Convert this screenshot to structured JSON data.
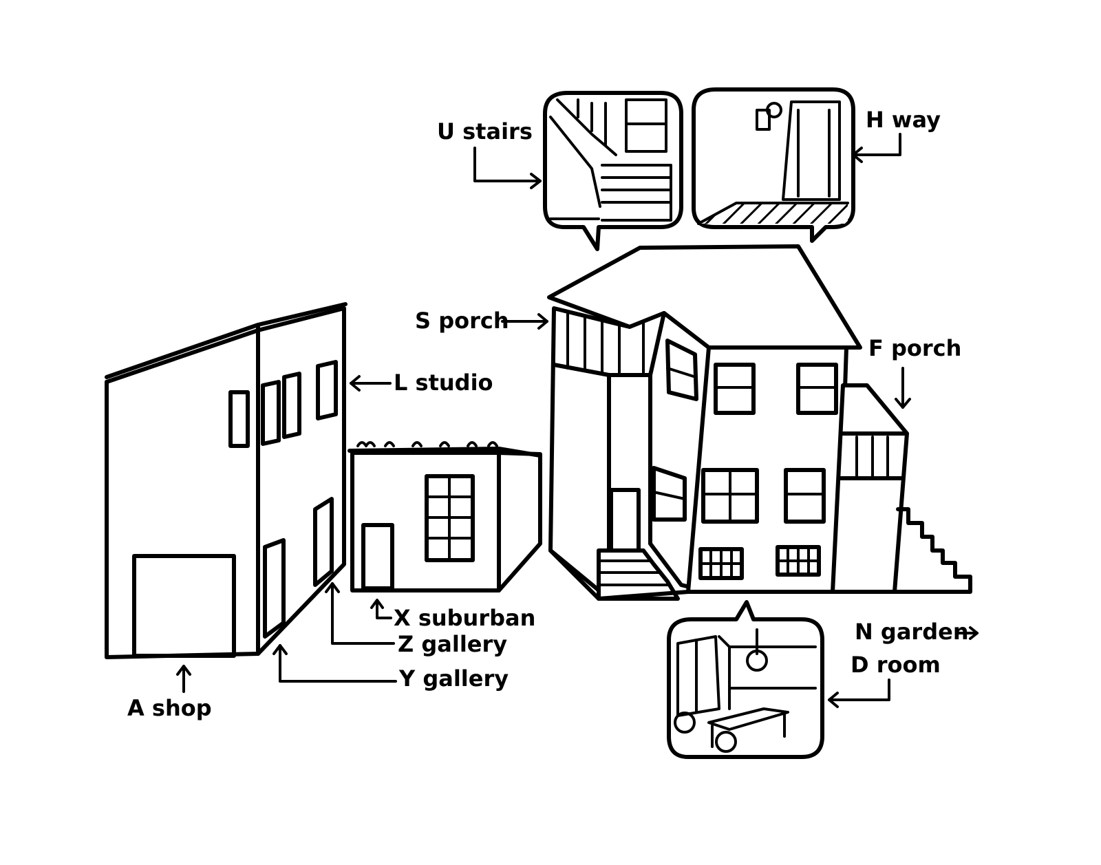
{
  "labels": {
    "u_stairs": "U stairs",
    "h_way": "H way",
    "s_porch": "S porch",
    "f_porch": "F porch",
    "l_studio": "L studio",
    "x_suburban": "X suburban",
    "z_gallery": "Z gallery",
    "y_gallery": "Y gallery",
    "a_shop": "A shop",
    "n_garden": "N garden",
    "d_room": "D room"
  },
  "colors": {
    "ink": "#000000",
    "paper": "#ffffff"
  }
}
